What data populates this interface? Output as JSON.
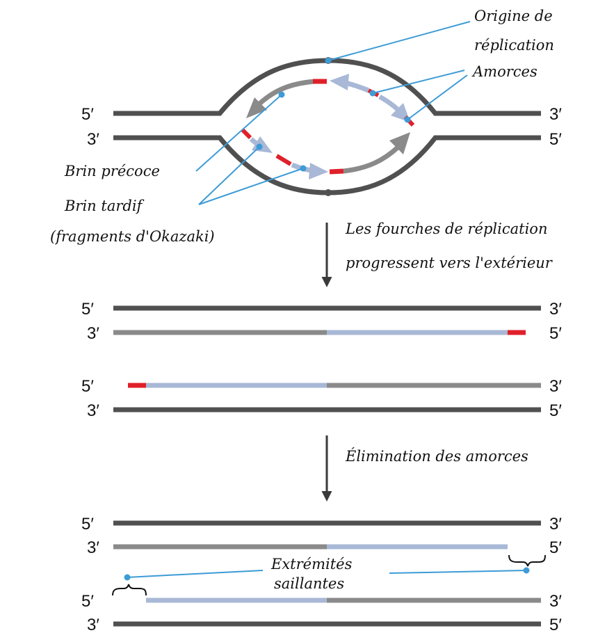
{
  "colors": {
    "parent": "#505050",
    "leading": "#8a8a8a",
    "lagging": "#a8b8d6",
    "primer": "#e0202a",
    "pointer": "#3d9bd6",
    "arrow": "#3a3a3a"
  },
  "labels": {
    "end5": "5′",
    "end3": "3′",
    "origin_l1": "Origine de",
    "origin_l2": "réplication",
    "primers": "Amorces",
    "leading": "Brin précoce",
    "lagging_l1": "Brin tardif",
    "lagging_l2": "(fragments d'Okazaki)",
    "step1_l1": "Les fourches de réplication",
    "step1_l2": "progressent vers l'extérieur",
    "step2": "Élimination des amorces",
    "overhang_l1": "Extrémités",
    "overhang_l2": "saillantes"
  }
}
